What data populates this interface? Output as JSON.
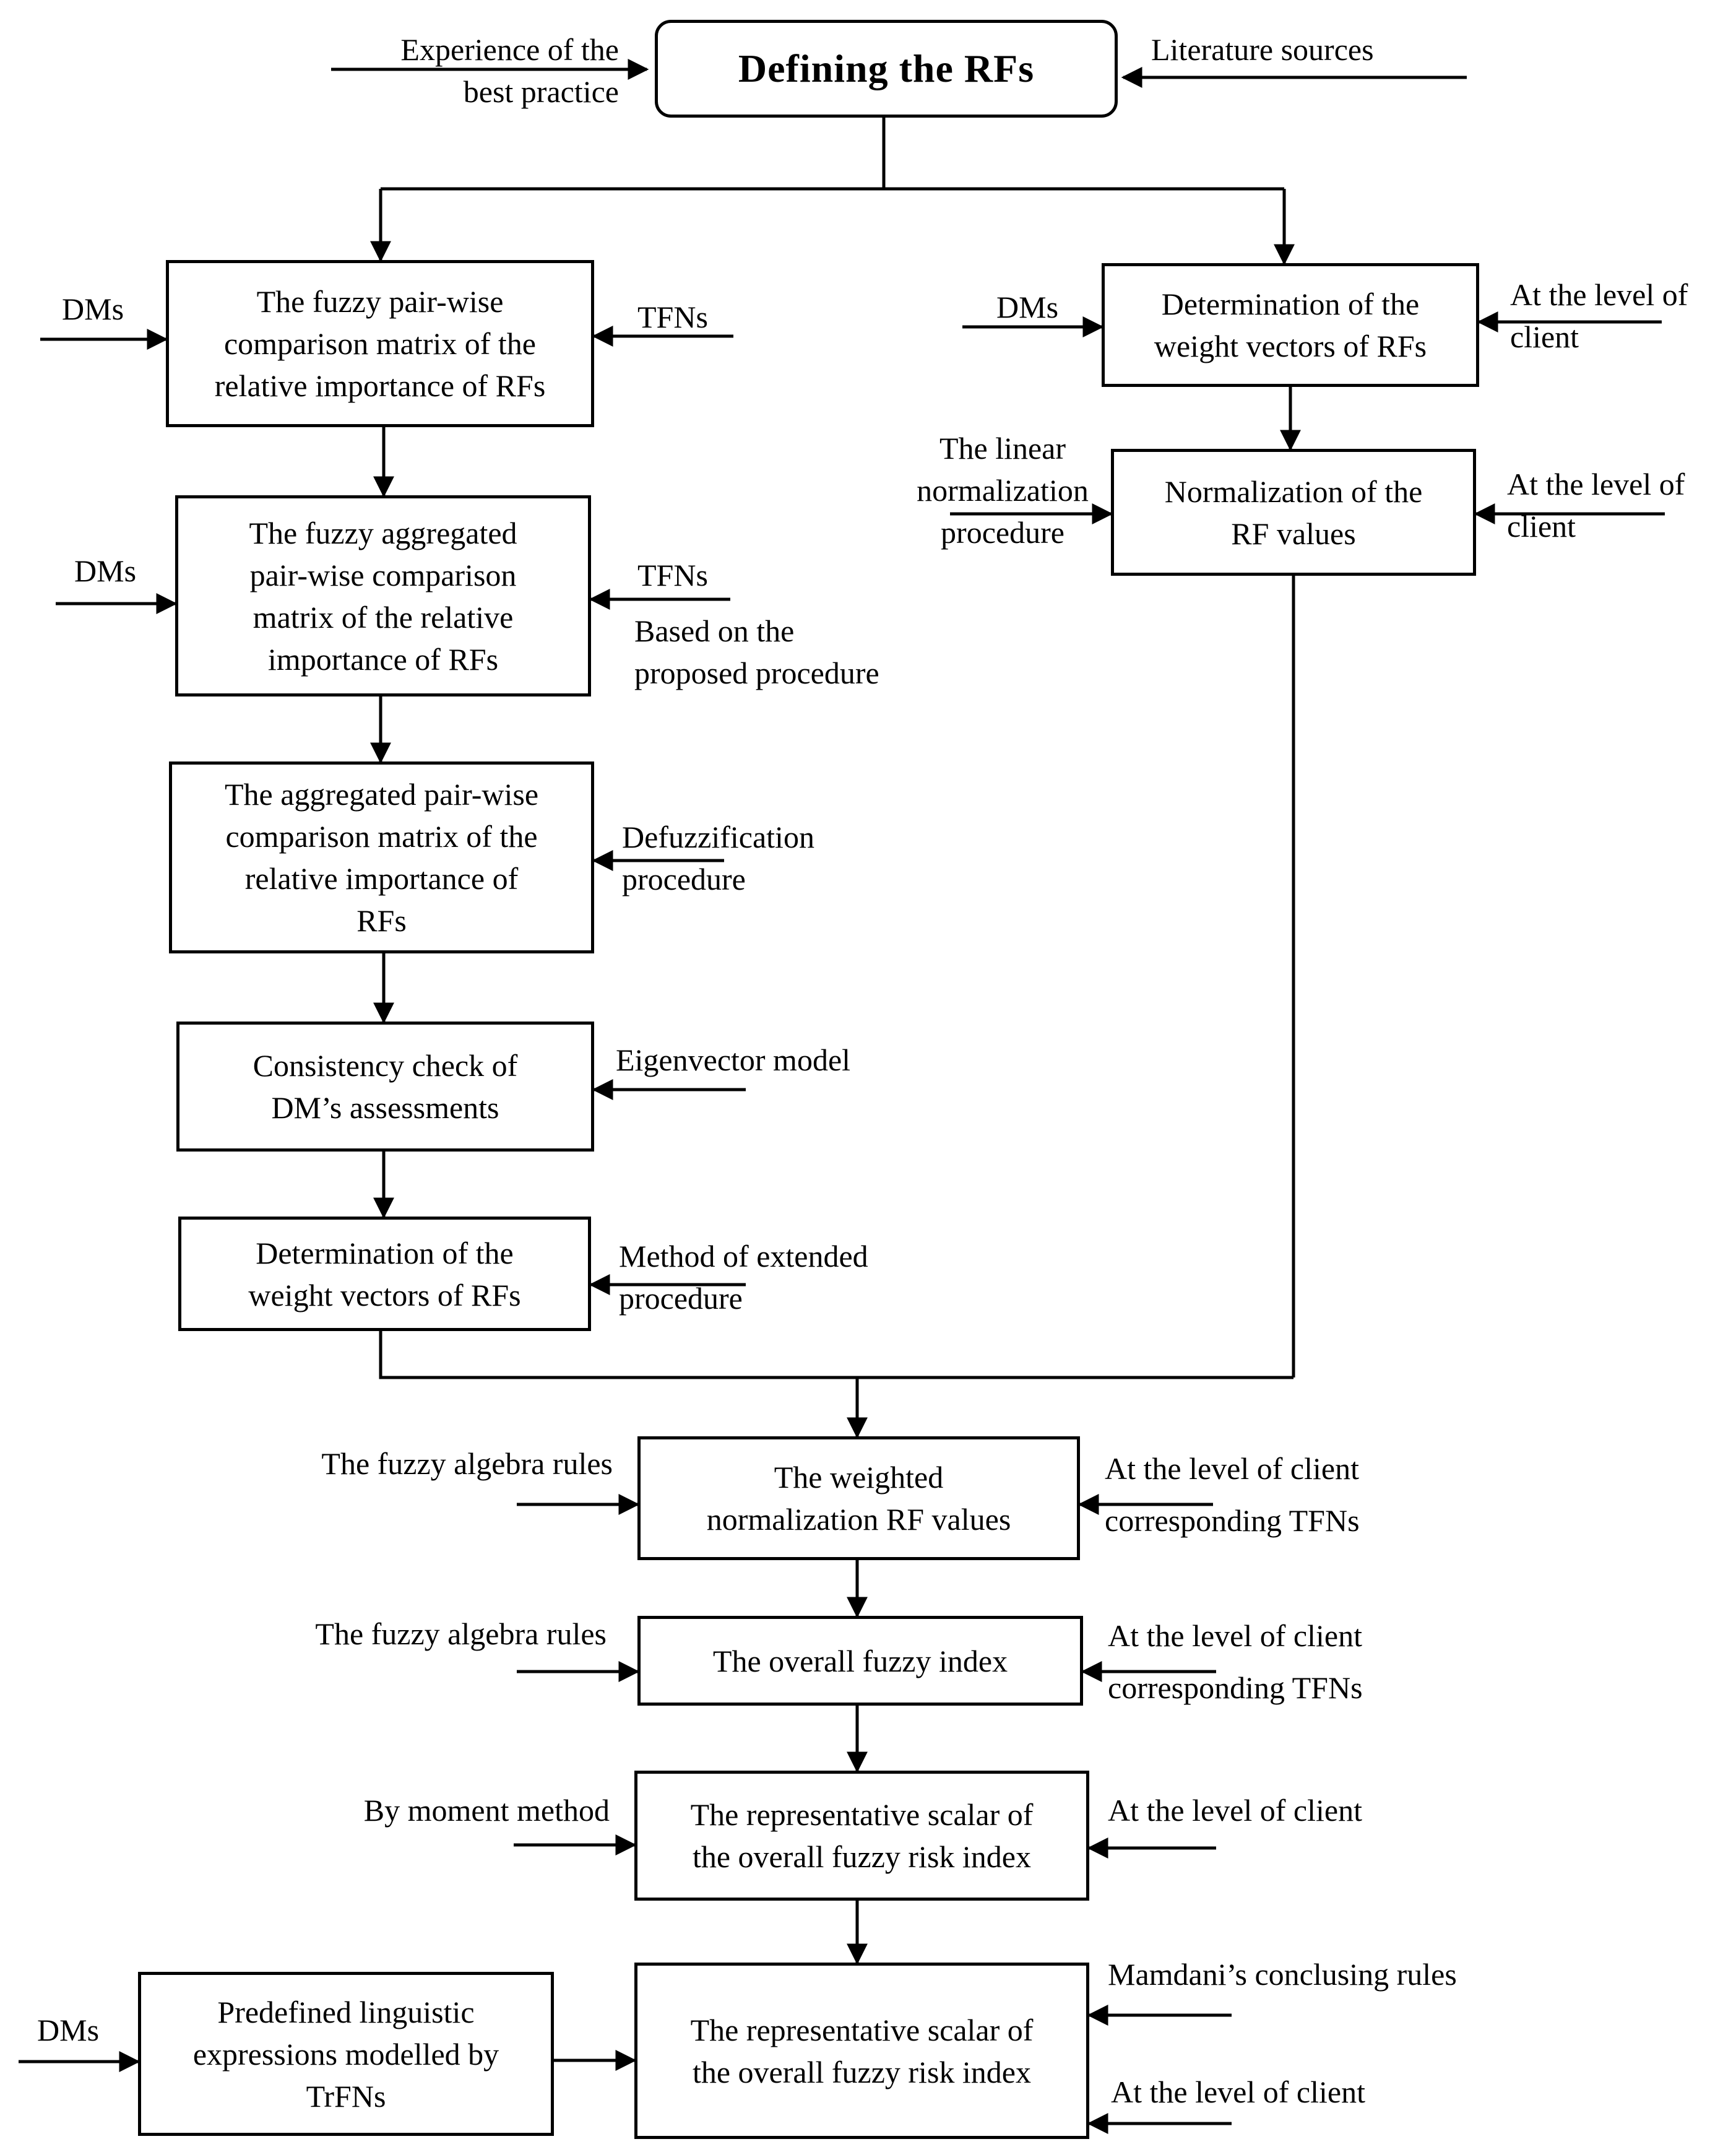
{
  "top": {
    "title": "Defining the RFs",
    "left_input": "Experience of the\nbest practice",
    "right_input": "Literature sources"
  },
  "left_branch": {
    "box1": "The fuzzy pair-wise\ncomparison matrix of the\nrelative importance of RFs",
    "box1_left": "DMs",
    "box1_right": "TFNs",
    "box2": "The fuzzy aggregated\npair-wise comparison\nmatrix of the relative\nimportance of RFs",
    "box2_left": "DMs",
    "box2_right": "TFNs",
    "box2_note": "Based on the\nproposed procedure",
    "box3": "The aggregated pair-wise\ncomparison matrix of the\nrelative importance of\nRFs",
    "box3_right": "Defuzzification\nprocedure",
    "box4": "Consistency check of\nDM’s assessments",
    "box4_right": "Eigenvector model",
    "box5": "Determination of the\nweight vectors of RFs",
    "box5_right": "Method of extended\nprocedure"
  },
  "right_branch": {
    "box1": "Determination of the\nweight vectors of RFs",
    "box1_left": "DMs",
    "box1_right": "At the level of\nclient",
    "box2": "Normalization of the\nRF values",
    "box2_left": "The linear\nnormalization\nprocedure",
    "box2_right": "At the level of\nclient"
  },
  "bottom": {
    "box1": "The weighted\nnormalization RF values",
    "box1_left": "The fuzzy algebra rules",
    "box1_right": "At the level of client\ncorresponding TFNs",
    "box2": "The overall fuzzy index",
    "box2_left": "The fuzzy algebra rules",
    "box2_right": "At the level of client\ncorresponding TFNs",
    "box3": "The representative scalar of\nthe overall fuzzy risk index",
    "box3_left": "By moment method",
    "box3_right": "At the level of client",
    "box4": "The representative scalar of\nthe overall fuzzy risk index",
    "box4_right_top": "Mamdani’s conclusing rules",
    "box4_right_bottom": "At the level of client",
    "side_box": "Predefined linguistic\nexpressions modelled by\nTrFNs",
    "side_left": "DMs"
  }
}
